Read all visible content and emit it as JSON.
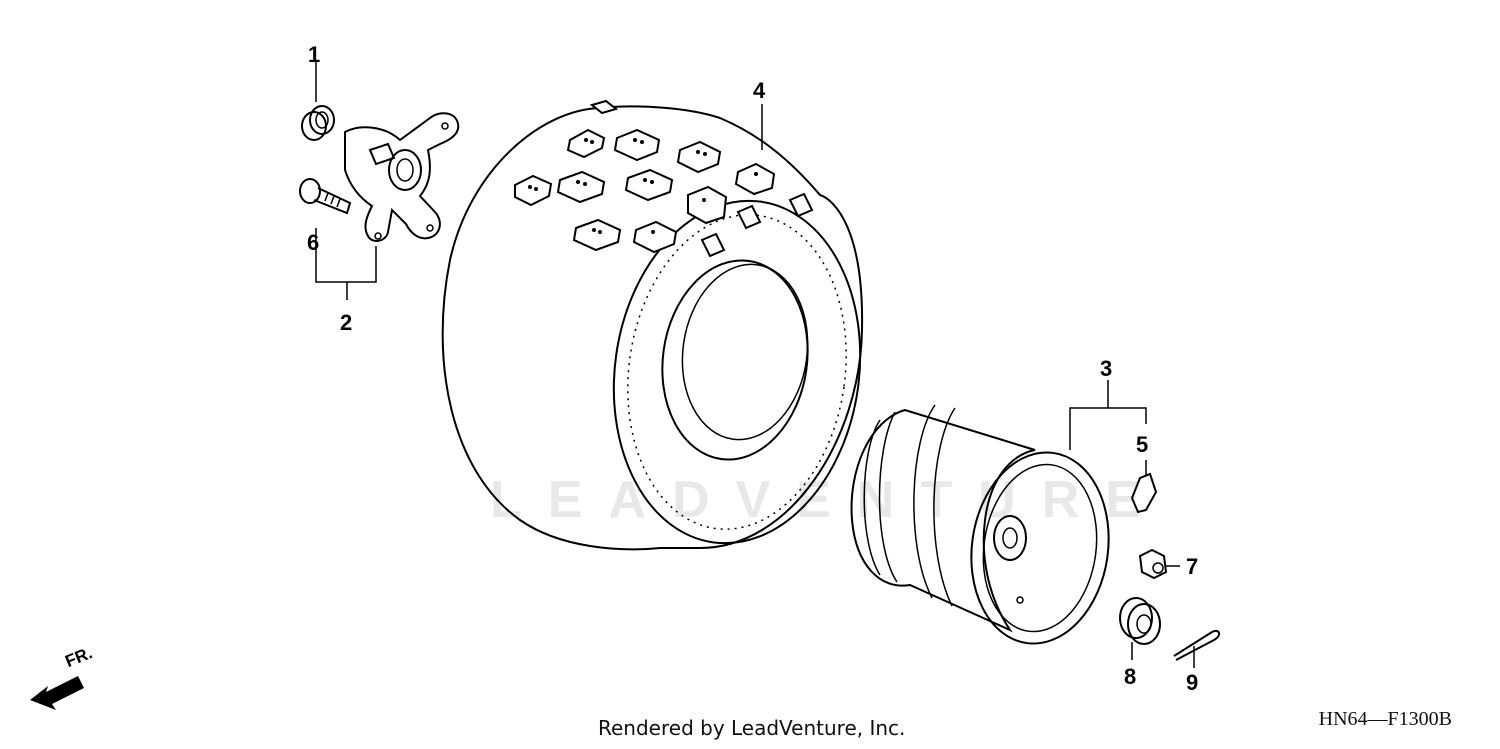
{
  "diagram": {
    "callouts": [
      {
        "id": "1",
        "label": "1"
      },
      {
        "id": "2",
        "label": "2"
      },
      {
        "id": "3",
        "label": "3"
      },
      {
        "id": "4",
        "label": "4"
      },
      {
        "id": "5",
        "label": "5"
      },
      {
        "id": "6",
        "label": "6"
      },
      {
        "id": "7",
        "label": "7"
      },
      {
        "id": "8",
        "label": "8"
      },
      {
        "id": "9",
        "label": "9"
      }
    ],
    "direction_label": "FR.",
    "watermark": "LEADVENTURE",
    "credit": "Rendered by LeadVenture, Inc.",
    "drawing_code": "HN64—F1300B"
  }
}
